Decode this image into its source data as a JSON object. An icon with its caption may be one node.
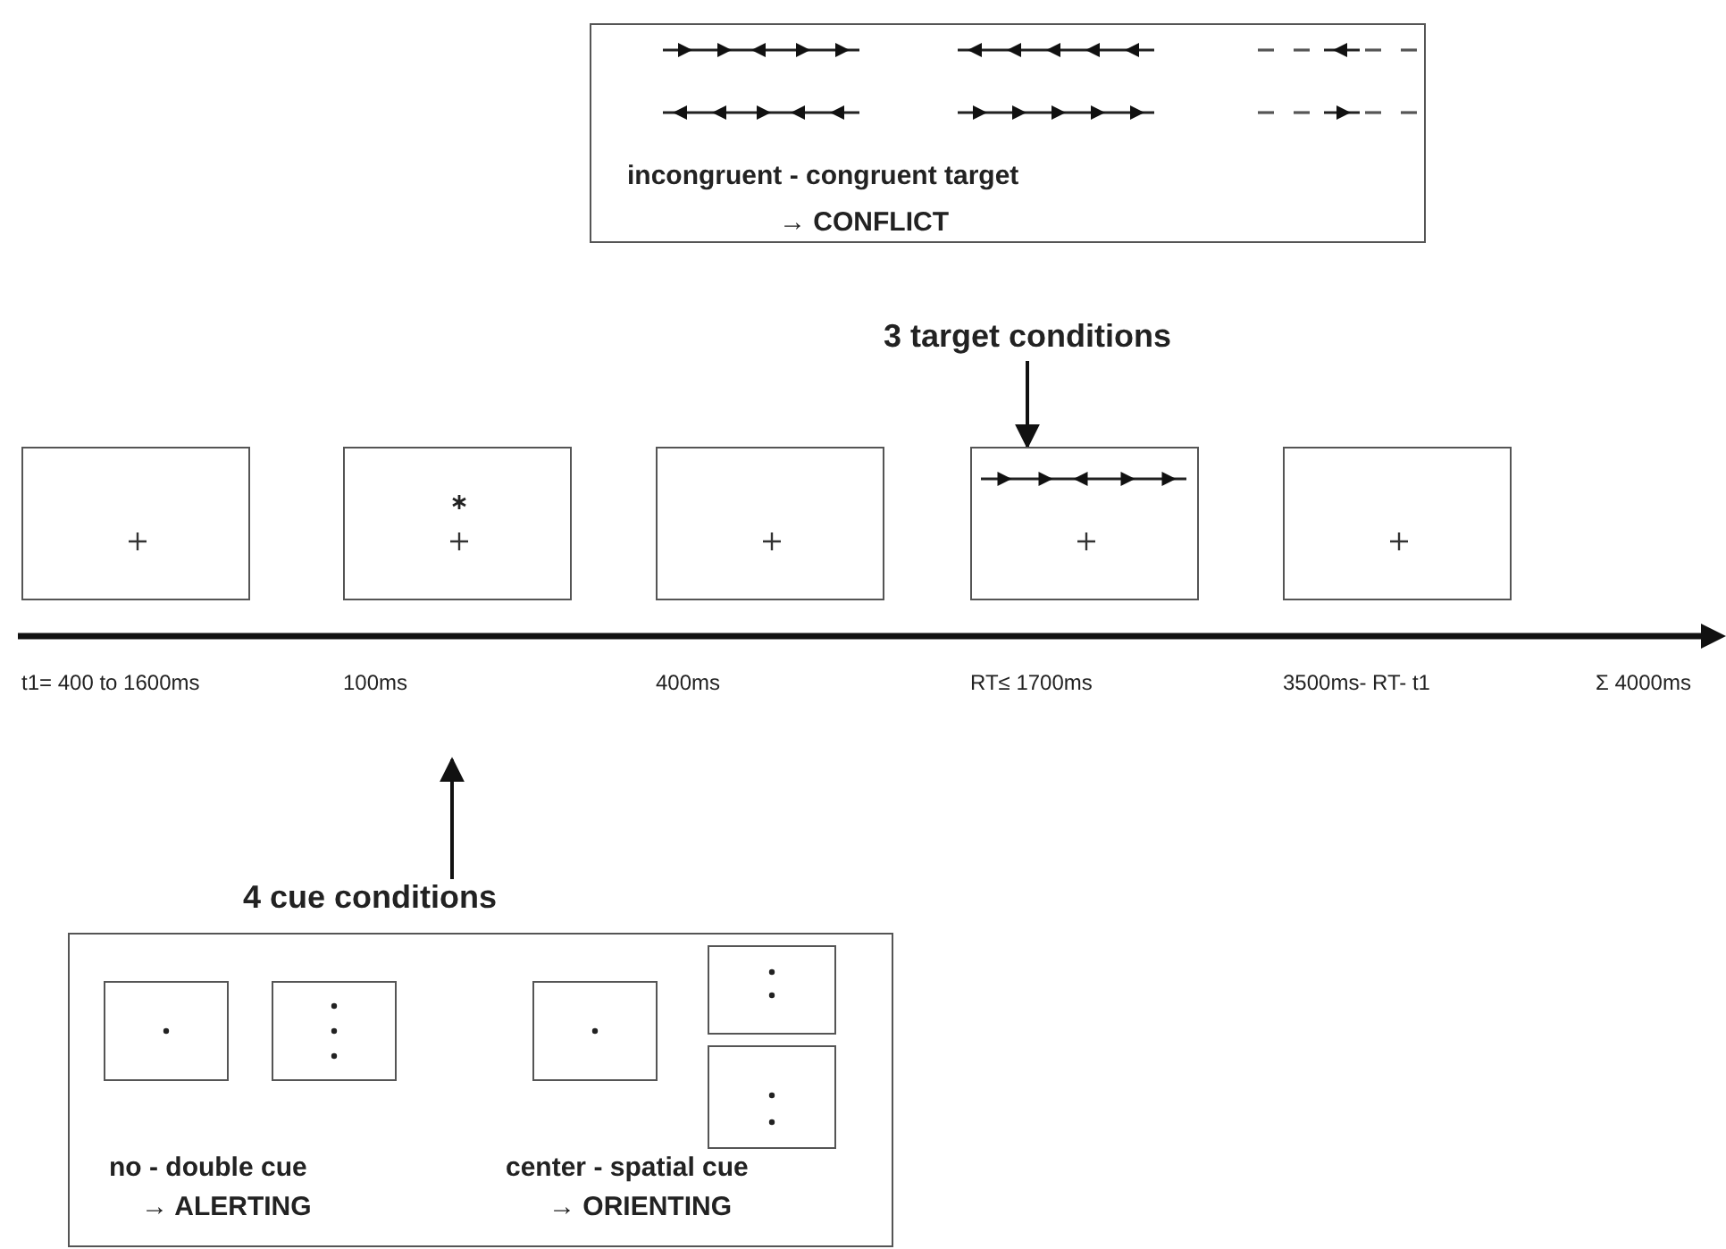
{
  "diagram": {
    "nodes": [
      {
        "text": [
          "incongruent - congruent target",
          "→ CONFLICT"
        ]
      },
      {
        "text": [
          "3 target conditions"
        ]
      },
      {
        "text": [],
        "shape": "box"
      },
      {
        "text": [],
        "shape": "box"
      },
      {
        "text": [],
        "shape": "box"
      },
      {
        "text": [],
        "shape": "box"
      },
      {
        "text": [],
        "shape": "box"
      },
      {
        "text": [
          "4 cue conditions"
        ]
      },
      {
        "text": [
          "no - double cue",
          "→ ALERTING",
          "center - spatial cue",
          "→ ORIENTING"
        ]
      },
      {
        "text": [],
        "shape": "box",
        "in": 8
      },
      {
        "text": [],
        "shape": "box",
        "in": 8
      },
      {
        "text": [],
        "shape": "box",
        "in": 8
      },
      {
        "text": [],
        "shape": "box",
        "in": 8
      },
      {
        "text": [],
        "shape": "box",
        "in": 8
      }
    ],
    "edges": [
      {
        "from": 1,
        "to": 5,
        "arrow": "to"
      },
      {
        "from": 7,
        "to": null,
        "arrow": "to"
      }
    ],
    "labels": [
      "t1= 400 to 1600ms",
      "100ms",
      "400ms",
      "RT≤ 1700ms",
      "3500ms- RT- t1",
      "Σ 4000ms"
    ]
  }
}
